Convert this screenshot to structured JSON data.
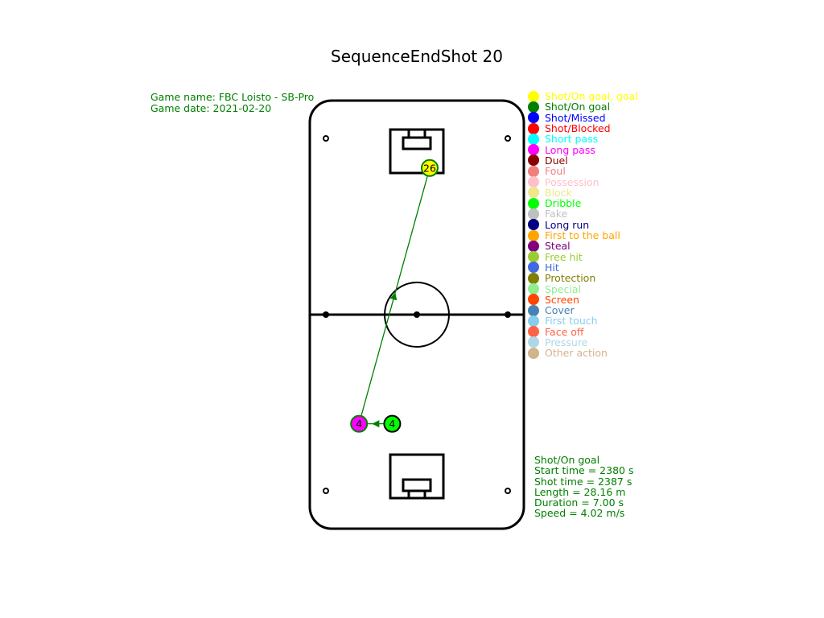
{
  "title": "SequenceEndShot 20",
  "game": {
    "name": "Game name: FBC Loisto - SB-Pro",
    "date": "Game date: 2021-02-20"
  },
  "legend": [
    {
      "label": "Shot/On goal, goal",
      "color": "#ffff00"
    },
    {
      "label": "Shot/On goal",
      "color": "#008000"
    },
    {
      "label": "Shot/Missed",
      "color": "#0000ff"
    },
    {
      "label": "Shot/Blocked",
      "color": "#ff0000"
    },
    {
      "label": "Short pass",
      "color": "#00ffff"
    },
    {
      "label": "Long pass",
      "color": "#ff00ff"
    },
    {
      "label": "Duel",
      "color": "#8b0000"
    },
    {
      "label": "Foul",
      "color": "#f08080"
    },
    {
      "label": "Possession",
      "color": "#ffc0cb"
    },
    {
      "label": "Block",
      "color": "#f0e68c"
    },
    {
      "label": "Dribble",
      "color": "#00ff00"
    },
    {
      "label": "Fake",
      "color": "#c0c0c0"
    },
    {
      "label": "Long run",
      "color": "#000080"
    },
    {
      "label": "First to the ball",
      "color": "#ffa500"
    },
    {
      "label": "Steal",
      "color": "#800080"
    },
    {
      "label": "Free hit",
      "color": "#9acd32"
    },
    {
      "label": "Hit",
      "color": "#4169e1"
    },
    {
      "label": "Protection",
      "color": "#808000"
    },
    {
      "label": "Special",
      "color": "#90ee90"
    },
    {
      "label": "Screen",
      "color": "#ff4500"
    },
    {
      "label": "Cover",
      "color": "#4682b4"
    },
    {
      "label": "First touch",
      "color": "#87ceeb"
    },
    {
      "label": "Face off",
      "color": "#ff6347"
    },
    {
      "label": "Pressure",
      "color": "#add8e6"
    },
    {
      "label": "Other action",
      "color": "#d2b48c"
    }
  ],
  "rink": {
    "width_m": 20,
    "length_m": 40
  },
  "events": [
    {
      "player": "4",
      "type": "Dribble",
      "color": "#00ff00",
      "edge": "#000000",
      "x_m": 7.7,
      "y_m": 30.2
    },
    {
      "player": "4",
      "type": "Long pass",
      "color": "#ff00ff",
      "edge": "#008000",
      "x_m": 4.6,
      "y_m": 30.2
    },
    {
      "player": "26",
      "type": "Shot/On goal",
      "color": "#ffff00",
      "edge": "#008000",
      "x_m": 11.2,
      "y_m": 6.3
    }
  ],
  "stats": [
    "Shot/On goal",
    "Start time = 2380 s",
    "Shot time = 2387 s",
    "Length = 28.16 m",
    "Duration = 7.00 s",
    "Speed = 4.02 m/s"
  ]
}
